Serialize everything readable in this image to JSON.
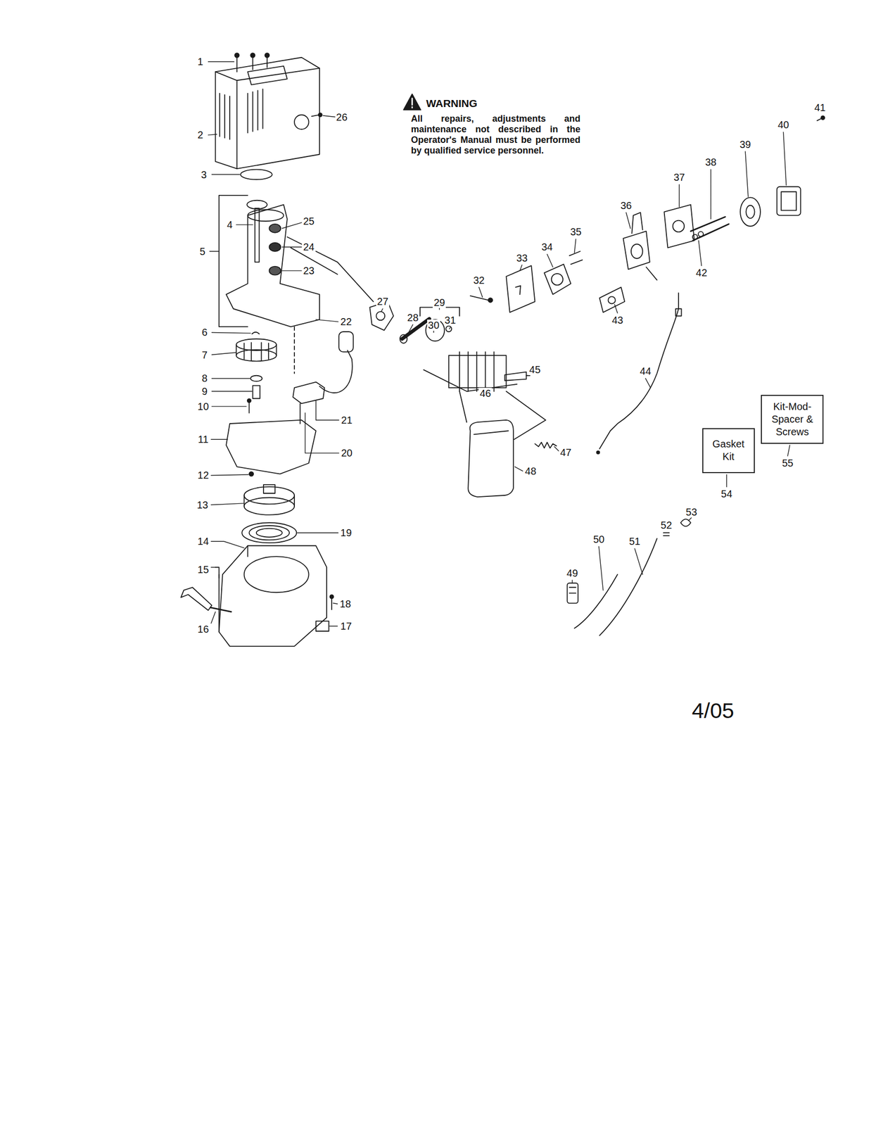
{
  "diagram": {
    "nodes": [
      {
        "text": [
          "Gasket Kit"
        ]
      },
      {
        "text": [
          "Kit-Mod-Spacer & Screws"
        ]
      }
    ],
    "labels": [
      "WARNING",
      "All repairs, adjustments and maintenance not described in the Operator's Manual must be performed by qualified service personnel.",
      "1",
      "2",
      "3",
      "4",
      "5",
      "6",
      "7",
      "8",
      "9",
      "10",
      "11",
      "12",
      "13",
      "14",
      "15",
      "16",
      "17",
      "18",
      "19",
      "20",
      "21",
      "22",
      "23",
      "24",
      "25",
      "26",
      "27",
      "28",
      "29",
      "30",
      "31",
      "32",
      "33",
      "34",
      "35",
      "36",
      "37",
      "38",
      "39",
      "40",
      "41",
      "42",
      "43",
      "44",
      "45",
      "46",
      "47",
      "48",
      "49",
      "50",
      "51",
      "52",
      "53",
      "54",
      "55",
      "4/05"
    ]
  }
}
